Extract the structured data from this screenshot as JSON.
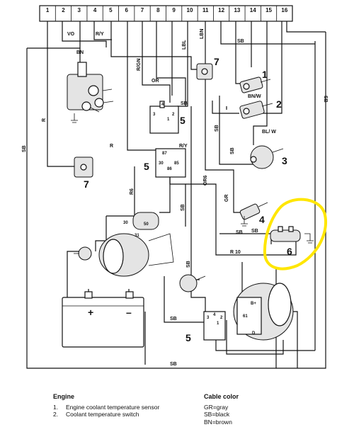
{
  "terminals": [
    "1",
    "2",
    "3",
    "4",
    "5",
    "6",
    "7",
    "8",
    "9",
    "10",
    "11",
    "12",
    "13",
    "14",
    "15",
    "16"
  ],
  "wire_labels": {
    "vo": "VO",
    "ry_top": "R/Y",
    "bn_top": "BN",
    "rgn": "R/GN",
    "lbl": "LBL",
    "lbn": "LBN",
    "sb_top": "SB",
    "or_top": "OR",
    "sb_relay": "SB",
    "bnw": "BN/W",
    "blw": "BL/ W",
    "r_left": "R",
    "r_mid": "R",
    "sb_left": "SB",
    "sb_right": "SB",
    "ry_mid": "R/Y",
    "r6": "R6",
    "or6": "OR6",
    "sb_mid": "SB",
    "sb_v1": "SB",
    "sb_v2": "SB",
    "gr": "GR",
    "sb_sensor": "SB",
    "sb_plug": "SB",
    "r10": "R 10",
    "sb_motor": "SB",
    "sb_lower": "SB",
    "sb_bottom": "SB"
  },
  "component_numbers": {
    "c1": "1",
    "c2": "2",
    "c3": "3",
    "c4": "4",
    "c5a": "5",
    "c5b": "5",
    "c5c": "5",
    "c6": "6",
    "c7a": "7",
    "c7b": "7"
  },
  "relay_terminals": {
    "r87": "87",
    "r85": "85",
    "r86": "86",
    "r30": "30",
    "t1": "1",
    "t2": "2",
    "t3": "3",
    "t4": "4",
    "s30": "30",
    "s50": "50",
    "s31": "31",
    "b61": "61",
    "bb": "B+",
    "d": "D"
  },
  "battery": {
    "plus": "+",
    "minus": "–"
  },
  "legend_engine": {
    "title": "Engine",
    "items": [
      {
        "num": "1.",
        "text": "Engine coolant temperature sensor"
      },
      {
        "num": "2.",
        "text": "Coolant temperature switch"
      }
    ]
  },
  "legend_color": {
    "title": "Cable color",
    "items": [
      {
        "code": "GR",
        "text": "=gray"
      },
      {
        "code": "SB",
        "text": "=black"
      },
      {
        "code": "BN",
        "text": "=brown"
      }
    ]
  },
  "colors": {
    "ink": "#111111",
    "highlight": "#ffe600",
    "paper": "#ffffff"
  }
}
